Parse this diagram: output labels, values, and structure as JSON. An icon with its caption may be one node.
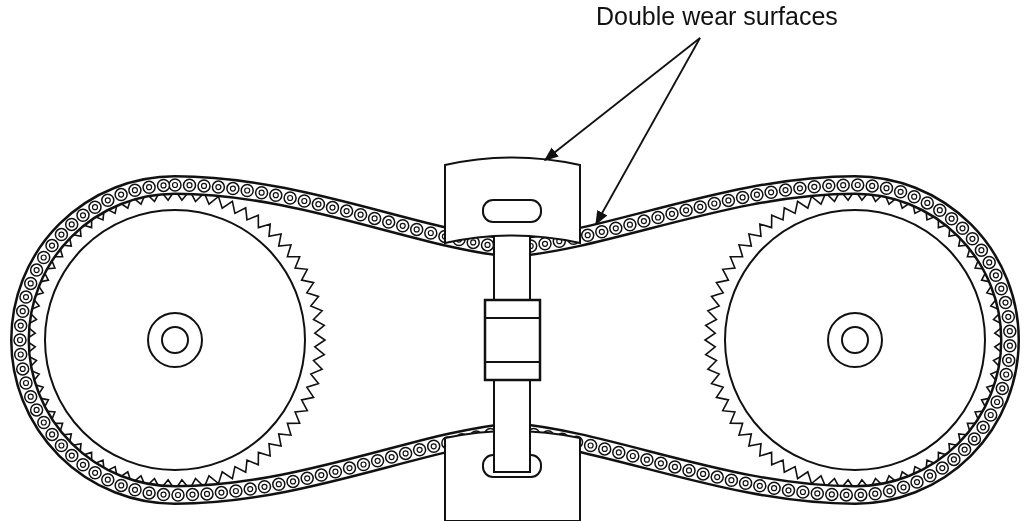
{
  "diagram": {
    "nodes": [
      {
        "text": [
          "Double wear surfaces"
        ]
      },
      {
        "text": [],
        "shape": "picture"
      },
      {
        "text": [],
        "shape": "picture"
      }
    ],
    "edges": [
      {
        "from": 0,
        "to": 1,
        "arrow": "to"
      },
      {
        "from": 0,
        "to": 2,
        "arrow": "to"
      }
    ]
  }
}
